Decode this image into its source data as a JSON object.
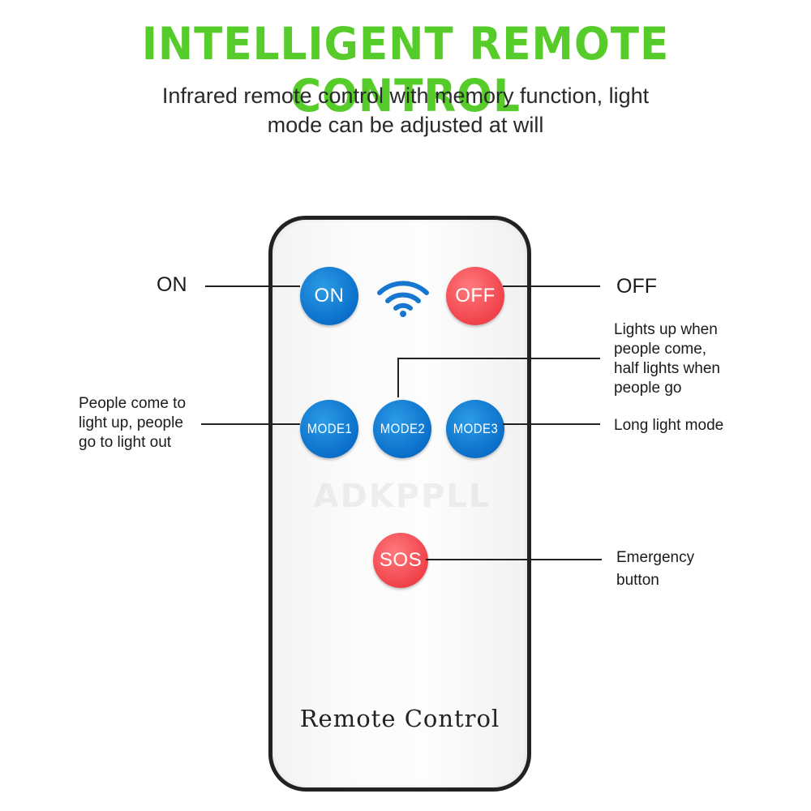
{
  "header": {
    "title": "INTELLIGENT REMOTE CONTROL",
    "subtitle_line1": "Infrared remote control with memory function, light",
    "subtitle_line2": "mode can be adjusted at will"
  },
  "remote": {
    "watermark": "ADKPPLL",
    "label": "Remote Control",
    "buttons": {
      "on": "ON",
      "off": "OFF",
      "mode1": "MODE1",
      "mode2": "MODE2",
      "mode3": "MODE3",
      "sos": "SOS"
    },
    "signal_icon": "wifi-icon"
  },
  "annotations": {
    "on": "ON",
    "off": "OFF",
    "mode1": [
      "People come to",
      "light up, people",
      "go to light out"
    ],
    "mode2": [
      "Lights up when",
      "people come,",
      "half lights when",
      "people go"
    ],
    "mode3": "Long light mode",
    "sos": [
      "Emergency",
      "button"
    ]
  },
  "colors": {
    "title": "#56cc2a",
    "blue_button": "#0a6fc9",
    "red_button": "#f0424a",
    "remote_border": "#222222"
  }
}
